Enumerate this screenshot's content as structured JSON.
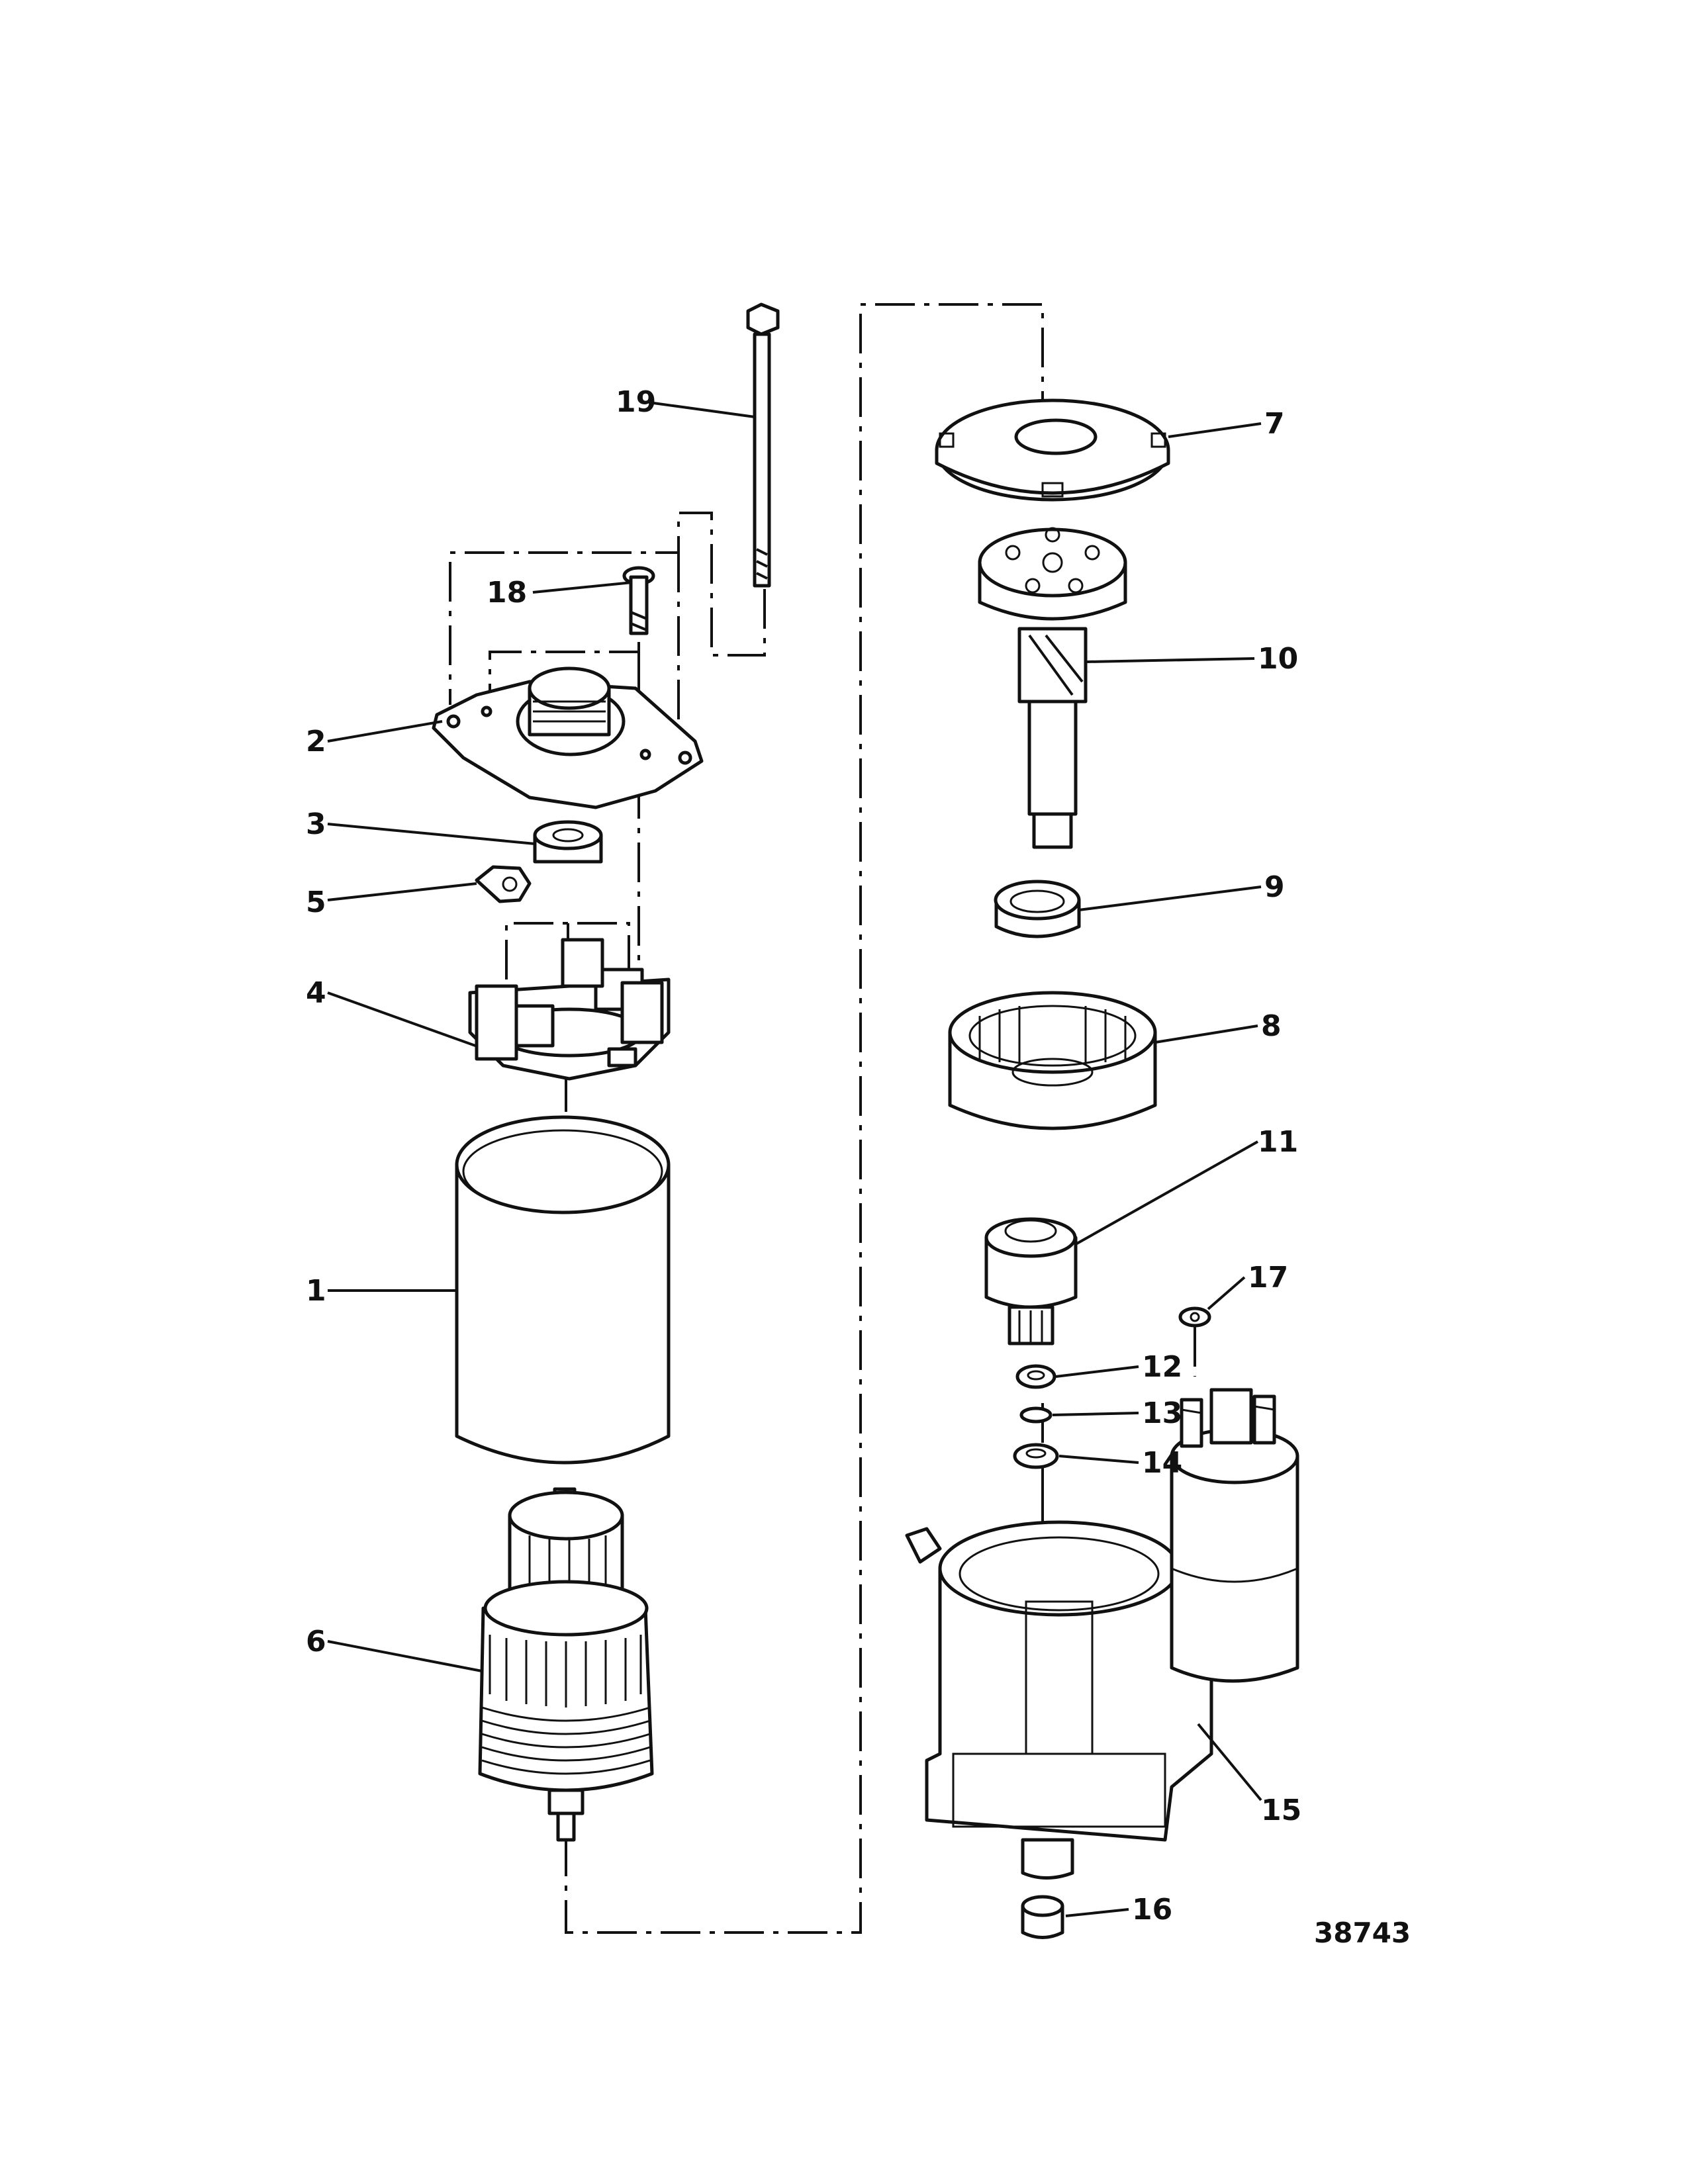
{
  "figure_number": "38743",
  "callouts": [
    "1",
    "2",
    "3",
    "4",
    "5",
    "6",
    "7",
    "8",
    "9",
    "10",
    "11",
    "12",
    "13",
    "14",
    "15",
    "16",
    "17",
    "18",
    "19"
  ]
}
